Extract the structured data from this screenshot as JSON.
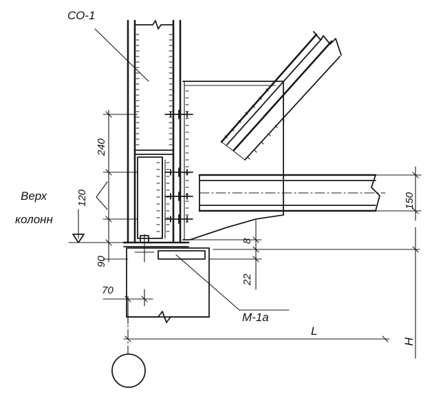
{
  "labels": {
    "co1": "СО-1",
    "m1a": "М-1а",
    "top_line1": "Верх",
    "top_line2": "колонн",
    "L": "L",
    "H": "H"
  },
  "dimensions": {
    "d240": "240",
    "d120": "120",
    "d90": "90",
    "d70": "70",
    "d8": "8",
    "d22": "22",
    "d150": "150"
  },
  "colors": {
    "ink": "#1a1a1a",
    "paper": "#ffffff"
  }
}
